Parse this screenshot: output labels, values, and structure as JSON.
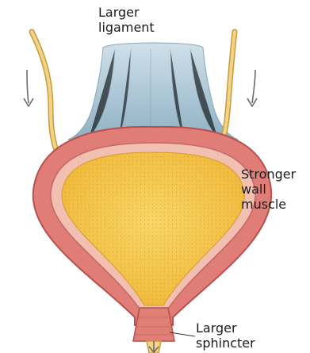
{
  "labels": {
    "ligament": {
      "line1": "Larger",
      "line2": "ligament"
    },
    "wall": {
      "line1": "Stronger",
      "line2": "wall",
      "line3": "muscle"
    },
    "sphincter": {
      "line1": "Larger",
      "line2": "sphincter"
    }
  },
  "colors": {
    "bladder_wall": "#e07d77",
    "bladder_wall_dark": "#b94f4c",
    "bladder_interior": "#f5c64a",
    "ligament": "#a9c4d4",
    "ureter": "#e6c06a",
    "arrow": "#6b6b6b"
  },
  "icons": {
    "left_arrow": "arrow-down-icon",
    "right_arrow": "arrow-down-icon",
    "bottom_arrow": "arrow-down-icon"
  }
}
